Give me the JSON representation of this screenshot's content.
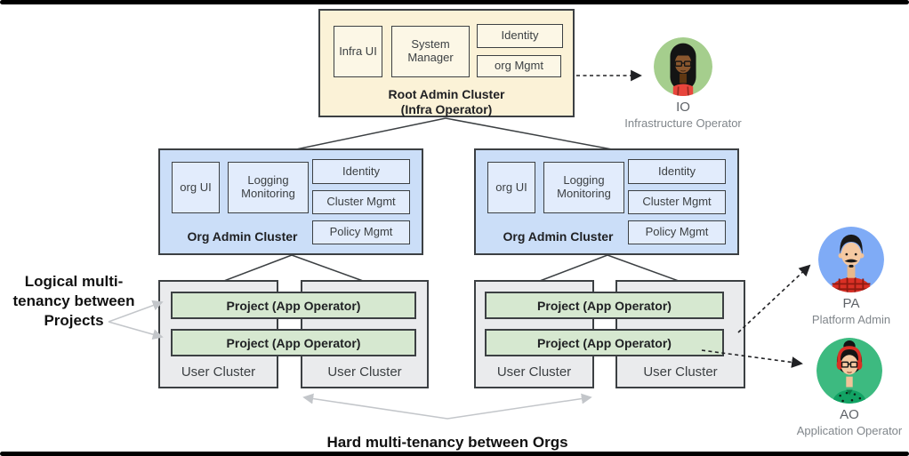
{
  "root_cluster": {
    "title": "Root Admin Cluster",
    "subtitle": "(Infra Operator)",
    "infra_ui": "Infra UI",
    "system_manager": "System Manager",
    "identity": "Identity",
    "org_mgmt": "org Mgmt"
  },
  "org_cluster": {
    "title": "Org Admin Cluster",
    "org_ui": "org UI",
    "logging_monitoring": "Logging Monitoring",
    "identity": "Identity",
    "cluster_mgmt": "Cluster Mgmt",
    "policy_mgmt": "Policy Mgmt"
  },
  "user_cluster": {
    "label": "User Cluster",
    "project": "Project (App Operator)",
    "project_alt": "Project  (App Operator)"
  },
  "annotations": {
    "projects": "Logical multi-tenancy between Projects",
    "orgs": "Hard multi-tenancy between Orgs"
  },
  "personas": {
    "io": {
      "code": "IO",
      "role": "Infrastructure Operator"
    },
    "pa": {
      "code": "PA",
      "role": "Platform Admin"
    },
    "ao": {
      "code": "AO",
      "role": "Application Operator"
    }
  },
  "colors": {
    "root_fill": "#fbf2d7",
    "root_inner_fill": "#fcf7e6",
    "org_fill": "#cbdef8",
    "org_inner_fill": "#e2ecfc",
    "user_fill": "#eaebed",
    "project_fill": "#d6e8d0",
    "border": "#3c4043",
    "dashed_arrow": "#202124",
    "gray_arrow": "#c3c6ca",
    "avatar_io_bg": "#a5ce8d",
    "avatar_pa_bg": "#7fabf6",
    "avatar_ao_bg": "#3dba80"
  }
}
